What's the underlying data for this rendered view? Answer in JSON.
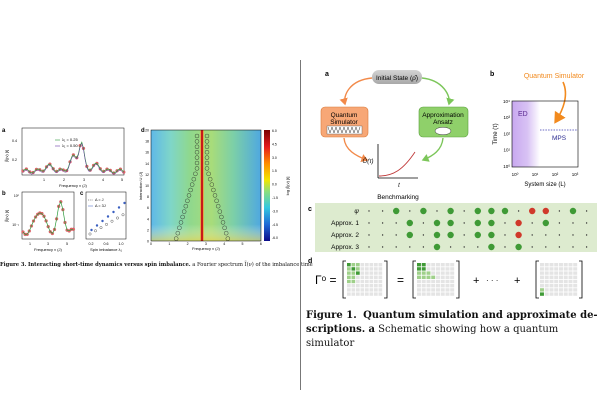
{
  "left_page": {
    "panel_labels": {
      "a": "a",
      "b": "b",
      "c": "c",
      "d": "d"
    },
    "panel_a": {
      "ylabel": "|Ĩ|(ν) [t]",
      "xlabel": "Frequency ν (J)",
      "xticks": [
        "1",
        "2",
        "3",
        "4",
        "5"
      ],
      "yticks": [
        "0.4",
        "0.2"
      ],
      "legend": [
        "λ₁ = 0.25",
        "λ₁ = 0.50"
      ]
    },
    "panel_b": {
      "ylabel": "|Ĩ|(ν) [t]",
      "xlabel": "Frequency ν (J)",
      "xticks": [
        "1",
        "3",
        "5"
      ],
      "yticks": [
        "10⁰",
        "10⁻¹"
      ]
    },
    "panel_c": {
      "xlabel": "Spin imbalance λ₁",
      "xticks": [
        "0.2",
        "0.6",
        "1.0"
      ],
      "legend": [
        "Δ = J",
        "Δ = 3J"
      ]
    },
    "panel_d": {
      "ylabel": "Interaction U (J)",
      "xlabel": "Frequency ν (J)",
      "xticks": [
        "0",
        "1",
        "2",
        "3",
        "4",
        "5",
        "6"
      ],
      "yticks": [
        "0",
        "2",
        "4",
        "6",
        "8",
        "10",
        "12",
        "14",
        "16",
        "18",
        "20"
      ],
      "colorbar_label": "log |Ĩ|(ν) [t]",
      "colorbar_ticks": [
        "6.0",
        "4.5",
        "3.0",
        "1.5",
        "0.0",
        "-1.5",
        "-3.0",
        "-4.5",
        "-6.0"
      ]
    },
    "caption": {
      "label": "Figure 3.",
      "title": "Interacting short-time dynamics versus spin imbalance.",
      "rest": "a Fourier spectrum Ĩ(ν) of the imbalance time"
    }
  },
  "right_page": {
    "panel_labels": {
      "a": "a",
      "b": "b",
      "c": "c",
      "d": "d"
    },
    "panel_a": {
      "initial_state": "Initial State (ρ̂)",
      "quantum_simulator": [
        "Quantum",
        "Simulator"
      ],
      "approximation_ansatz": [
        "Approximation",
        "Ansatz"
      ],
      "benchmarking": "Benchmarking",
      "plot_ylabel": "Ô(τ)",
      "plot_xlabel": "t"
    },
    "panel_b": {
      "title": "Quantum Simulator",
      "ylabel": "Time (τ)",
      "xlabel": "System size (L)",
      "region_ed": "ED",
      "region_mps": "MPS",
      "xticks": [
        "10⁰",
        "10¹",
        "10²",
        "10³"
      ],
      "yticks": [
        "10⁴",
        "10³",
        "10²",
        "10¹",
        "10⁰"
      ]
    },
    "panel_c": {
      "rows": [
        "ψ",
        "Approx. 1",
        "Approx. 2",
        "Approx. 3"
      ]
    },
    "panel_d": {
      "lhs": "Γᵒ =",
      "equals": "=",
      "plus": "+",
      "dots": "· · ·",
      "plus2": "+"
    },
    "caption": {
      "label": "Figure 1.",
      "title_line1": "Quantum simulation and approximate de-",
      "title_line2": "scriptions.",
      "rest_bold": "a",
      "rest": "Schematic showing how a quantum simulator"
    }
  },
  "colors": {
    "marker_red": "#e8636a",
    "curve_green": "#2e9a3c",
    "simulator_orange": "#f28a4a",
    "ansatz_green": "#7cc65a",
    "panel_c_bg": "#ddebcf",
    "ed_purple": "#c8a8f0",
    "dot_red": "#d0392b",
    "dot_green": "#3f9a36"
  }
}
